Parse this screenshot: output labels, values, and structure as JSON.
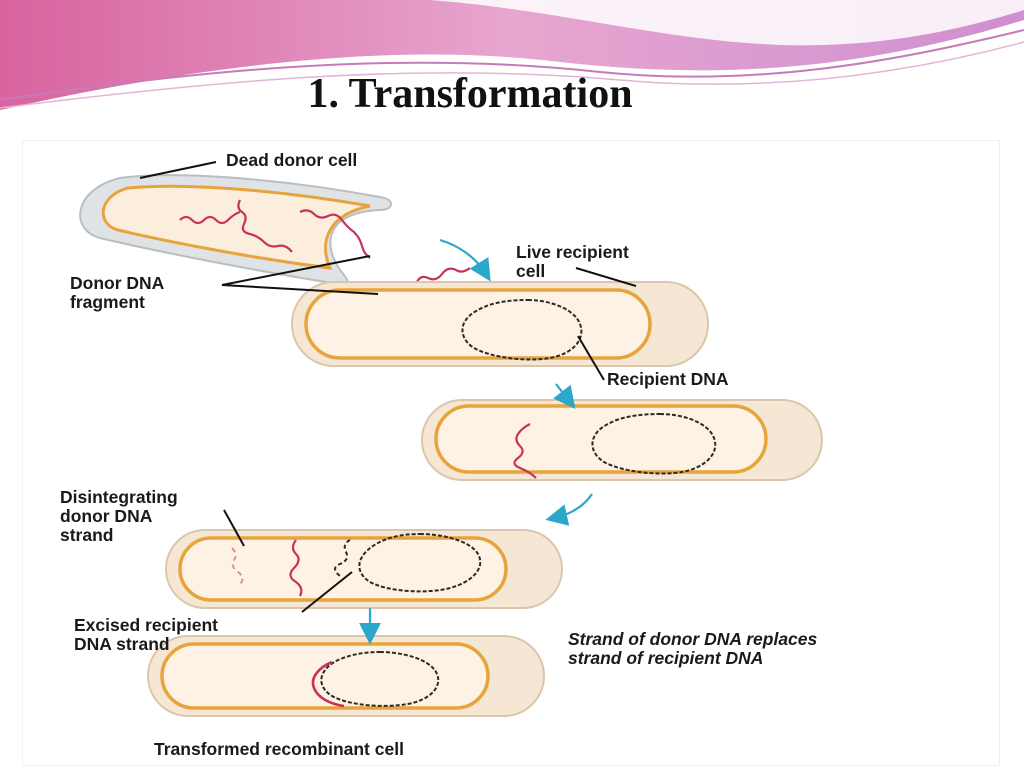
{
  "slide": {
    "title": "1. Transformation"
  },
  "colors": {
    "header_wave": "#d16bb0",
    "header_wave_light": "#e9a9d2",
    "membrane": "#e8a43c",
    "cell_fill": "#fbeedd",
    "donor_dna": "#c8325a",
    "recipient_dna": "#2a2a2a",
    "arrow": "#2aa7c9"
  },
  "labels": {
    "dead_donor_cell": "Dead donor cell",
    "donor_dna_fragment_line1": "Donor DNA",
    "donor_dna_fragment_line2": "fragment",
    "live_recipient_line1": "Live recipient",
    "live_recipient_line2": "cell",
    "recipient_dna": "Recipient DNA",
    "disintegrating_line1": "Disintegrating",
    "disintegrating_line2": "donor DNA",
    "disintegrating_line3": "strand",
    "excised_line1": "Excised recipient",
    "excised_line2": "DNA strand",
    "replaces_line1": "Strand of donor DNA replaces",
    "replaces_line2": "strand of recipient DNA",
    "transformed_cell": "Transformed recombinant cell"
  }
}
